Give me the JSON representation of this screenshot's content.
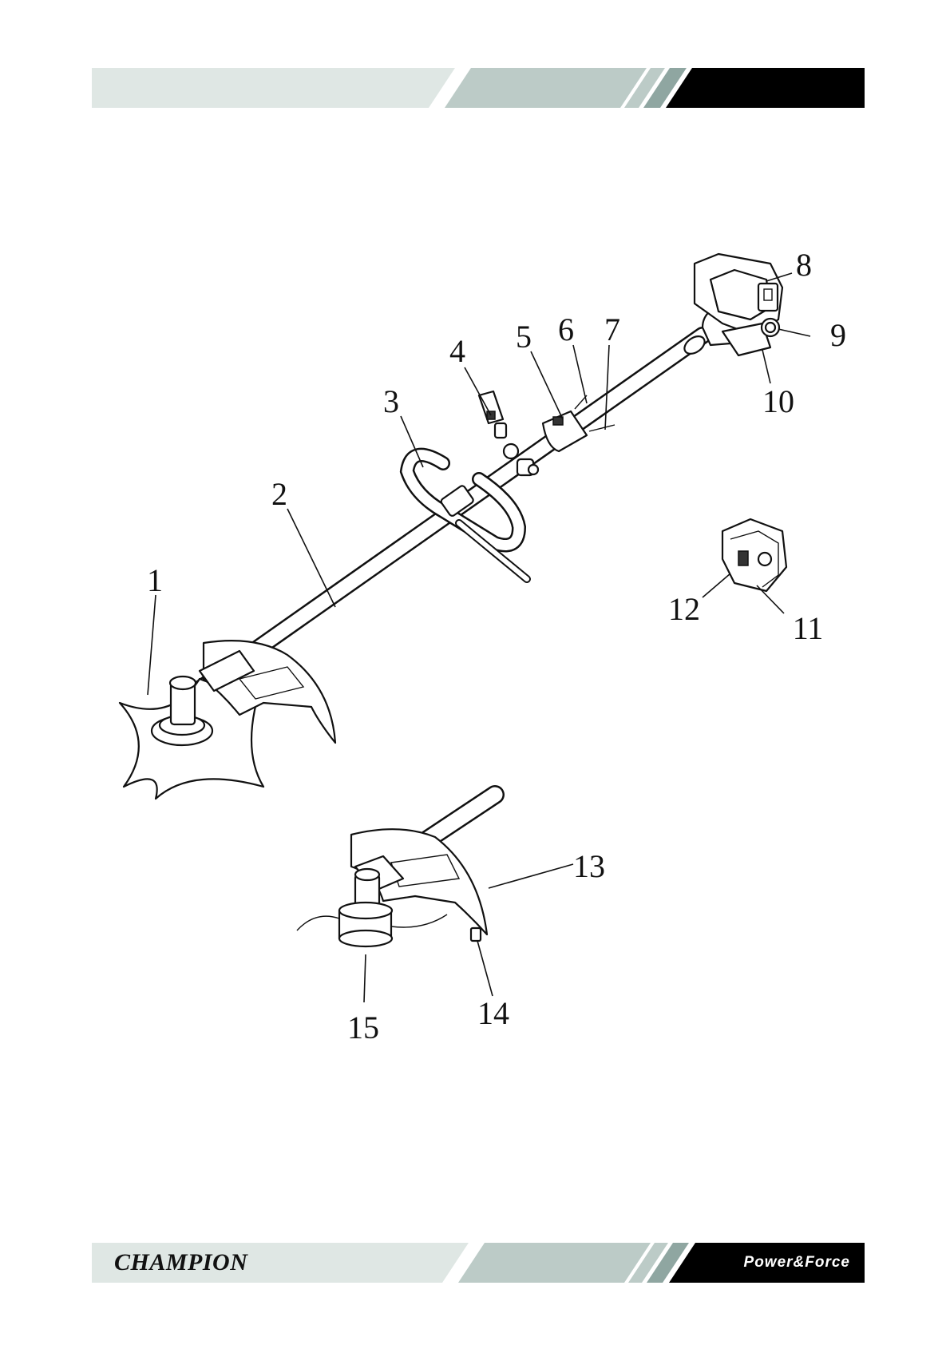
{
  "header_band": {
    "colors": {
      "light": "#dfe7e4",
      "mid": "#bccbc7",
      "dark": "#000000"
    }
  },
  "footer_band": {
    "brand": "CHAMPION",
    "tagline": "Power&Force"
  },
  "diagram": {
    "callouts": [
      "1",
      "2",
      "3",
      "4",
      "5",
      "6",
      "7",
      "8",
      "9",
      "10",
      "11",
      "12",
      "13",
      "14",
      "15"
    ]
  }
}
